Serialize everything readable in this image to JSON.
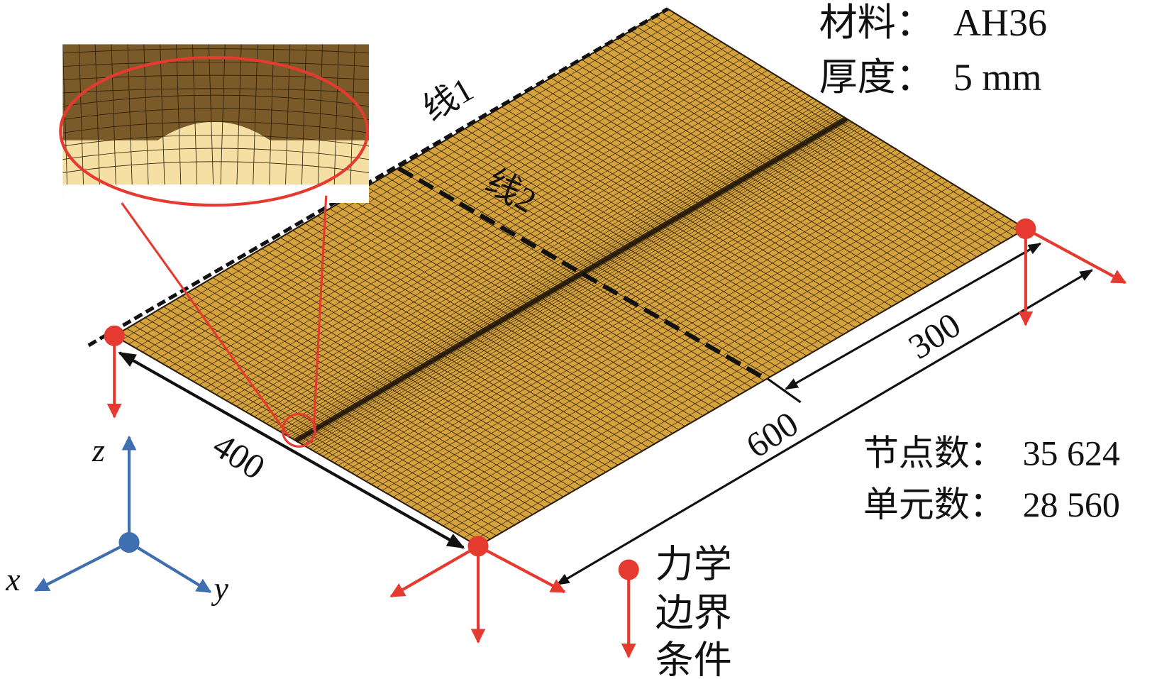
{
  "specs": {
    "material": "材料：  AH36",
    "thickness": "厚度：  5 mm"
  },
  "mesh_stats": {
    "nodes": "节点数：  35 624",
    "elements": "单元数：  28 560"
  },
  "lines": {
    "line1": "线1",
    "line2": "线2"
  },
  "dimensions": {
    "length": "400",
    "width": "600",
    "half_width": "300"
  },
  "axes": {
    "x": "x",
    "y": "y",
    "z": "z"
  },
  "legend": {
    "line1": "力学",
    "line2": "边界",
    "line3": "条件"
  },
  "colors": {
    "mesh": "#d6a23c",
    "constraint": "#e53a30",
    "axis": "#3f6fb0",
    "inset_base": "#7a5a28",
    "inset_weld": "#f5dfa3"
  }
}
